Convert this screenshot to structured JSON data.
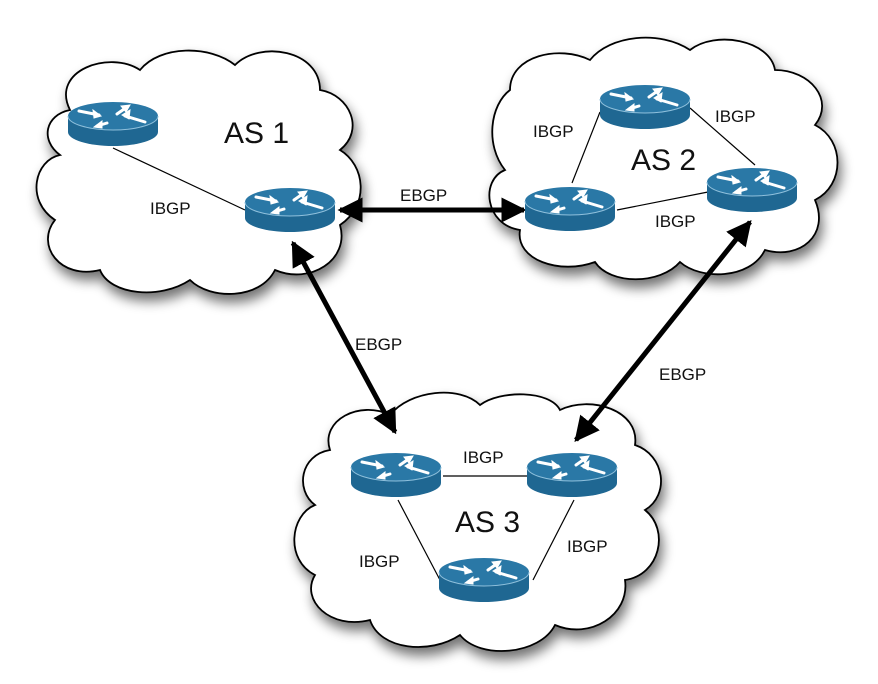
{
  "diagram": {
    "type": "bgp-topology",
    "colors": {
      "router_fill": "#246e99",
      "router_top": "#2a78a6",
      "router_side": "#1f6792",
      "cloud_fill": "#ffffff",
      "cloud_stroke": "#000000",
      "line": "#000000"
    },
    "autonomous_systems": [
      {
        "id": "as1",
        "label": "AS 1",
        "routers": [
          "r1a",
          "r1b"
        ]
      },
      {
        "id": "as2",
        "label": "AS 2",
        "routers": [
          "r2top",
          "r2left",
          "r2right"
        ]
      },
      {
        "id": "as3",
        "label": "AS 3",
        "routers": [
          "r3left",
          "r3right",
          "r3bottom"
        ]
      }
    ],
    "ibgp_links": [
      {
        "from": "r1a",
        "to": "r1b",
        "label": "IBGP"
      },
      {
        "from": "r2left",
        "to": "r2top",
        "label": "IBGP"
      },
      {
        "from": "r2top",
        "to": "r2right",
        "label": "IBGP"
      },
      {
        "from": "r2left",
        "to": "r2right",
        "label": "IBGP"
      },
      {
        "from": "r3left",
        "to": "r3right",
        "label": "IBGP"
      },
      {
        "from": "r3left",
        "to": "r3bottom",
        "label": "IBGP"
      },
      {
        "from": "r3right",
        "to": "r3bottom",
        "label": "IBGP"
      }
    ],
    "ebgp_links": [
      {
        "from": "r1b",
        "to": "r2left",
        "label": "EBGP",
        "bidirectional": true
      },
      {
        "from": "r1b",
        "to": "r3left",
        "label": "EBGP",
        "bidirectional": true
      },
      {
        "from": "r2right",
        "to": "r3right",
        "label": "EBGP",
        "bidirectional": true
      }
    ]
  }
}
